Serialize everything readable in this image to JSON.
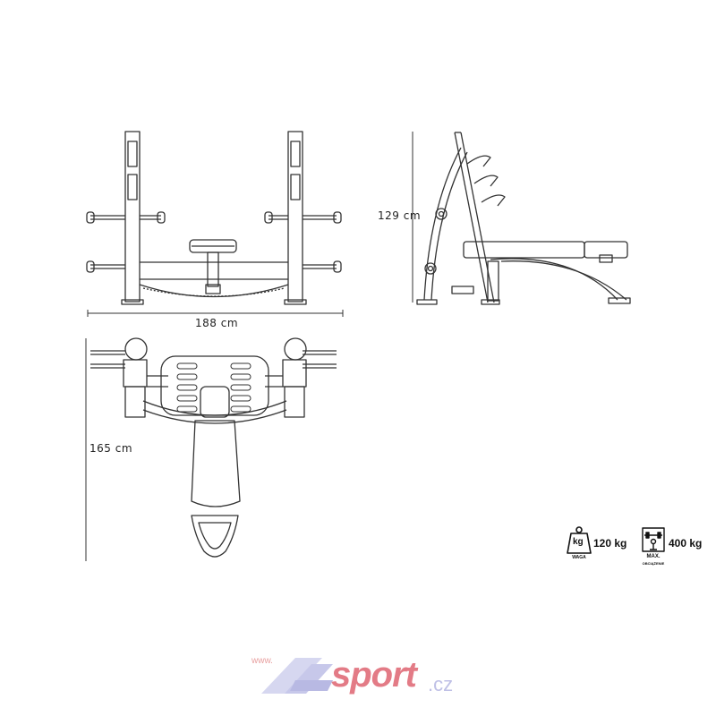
{
  "dimensions": {
    "width": "188 cm",
    "height": "129 cm",
    "length": "165 cm"
  },
  "specs": {
    "weight_icon_label": "kg",
    "weight_caption": "WAGA",
    "weight_value": "120 kg",
    "max_load_caption": "MAX.",
    "max_load_subcaption": "OBCIĄŻENIE",
    "max_load_value": "400 kg"
  },
  "watermark": {
    "www": "www.",
    "brand": "sport",
    "tld": ".cz"
  },
  "colors": {
    "line": "#333333",
    "watermark_pink": "#e37b86",
    "watermark_blue": "#b8b9e3"
  }
}
